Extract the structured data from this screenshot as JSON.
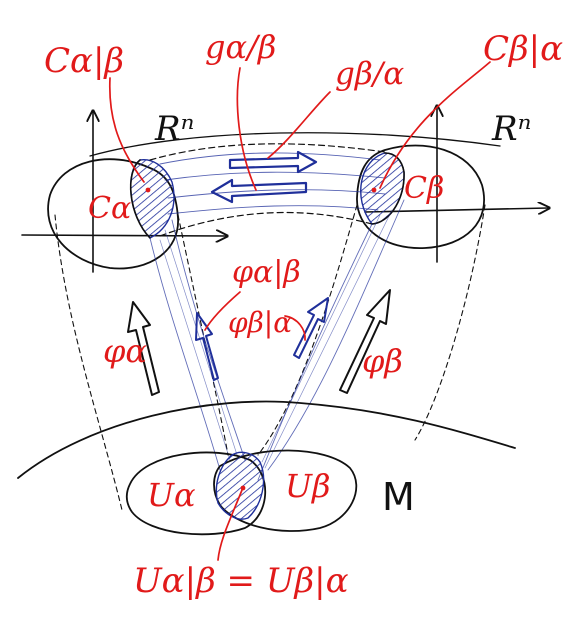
{
  "labels": {
    "c_alpha_beta": "Cα|β",
    "g_alpha_beta": "gα/β",
    "g_beta_alpha": "gβ/α",
    "c_beta_alpha": "Cβ|α",
    "rn_left": "Rⁿ",
    "rn_right": "Rⁿ",
    "c_alpha": "Cα",
    "c_beta": "Cβ",
    "phi_alpha_beta": "φα|β",
    "phi_beta_alpha": "φβ|α",
    "phi_alpha": "φα",
    "phi_beta": "φβ",
    "u_alpha": "Uα",
    "u_beta": "Uβ",
    "manifold": "M",
    "u_intersection": "Uα|β = Uβ|α"
  },
  "colors": {
    "ink_black": "#111111",
    "ink_blue": "#1f2f9a",
    "ink_red": "#e11a1a"
  }
}
